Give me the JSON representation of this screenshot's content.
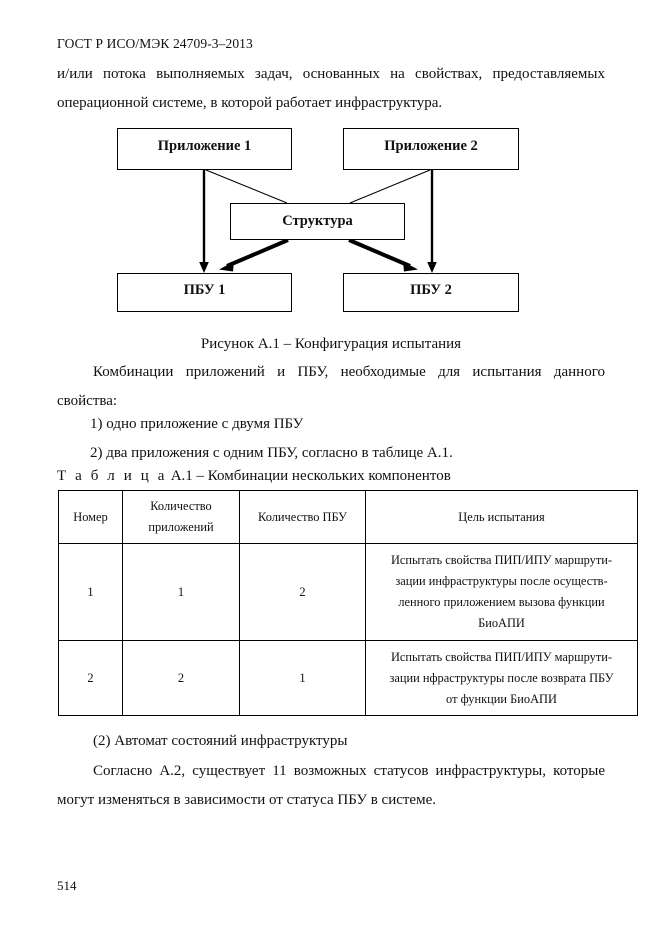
{
  "header": {
    "standard_title": "ГОСТ Р ИСО/МЭК 24709-3–2013"
  },
  "paragraphs": {
    "intro": "и/или потока выполняемых задач, основанных на свойствах, предоставляемых операционной системе, в которой работает инфраструктура.",
    "figure_caption": "Рисунок А.1 – Конфигурация испытания",
    "combination_lead": "Комбинации приложений и ПБУ, необходимые для испытания данного свойства:",
    "list_item_1": "1)  одно приложение с двумя ПБУ",
    "list_item_2": "2)  два приложения с одним ПБУ, согласно в таблице А.1.",
    "table_caption_label": "Т а б л и ц а",
    "table_caption_rest": "А.1 – Комбинации нескольких компонентов",
    "automaton_heading": "(2) Автомат состояний инфраструктуры",
    "accordance": "Согласно А.2, существует 11 возможных статусов инфраструктуры, которые могут изменяться в зависимости от статуса ПБУ в системе."
  },
  "figure": {
    "nodes": {
      "app1": "Приложение 1",
      "app2": "Приложение 2",
      "structure": "Структура",
      "pbu1": "ПБУ 1",
      "pbu2": "ПБУ 2"
    }
  },
  "table": {
    "headers": [
      "Номер",
      "Количество приложений",
      "Количество ПБУ",
      "Цель испытания"
    ],
    "header_apps_line1": "Количество",
    "header_apps_line2": "приложений",
    "rows": [
      {
        "number": "1",
        "apps": "1",
        "pbu": "2",
        "goal_lines": [
          "Испытать свойства ПИП/ИПУ маршрути-",
          "зации инфраструктуры после осуществ-",
          "ленного приложением вызова функции",
          "БиоАПИ"
        ]
      },
      {
        "number": "2",
        "apps": "2",
        "pbu": "1",
        "goal_lines": [
          "Испытать свойства ПИП/ИПУ маршрути-",
          "зации нфраструктуры после возврата ПБУ",
          "от функции БиоАПИ"
        ]
      }
    ]
  },
  "footer": {
    "page_number": "514"
  },
  "colors": {
    "ink": "#111111",
    "line": "#000000",
    "paper": "#ffffff"
  }
}
